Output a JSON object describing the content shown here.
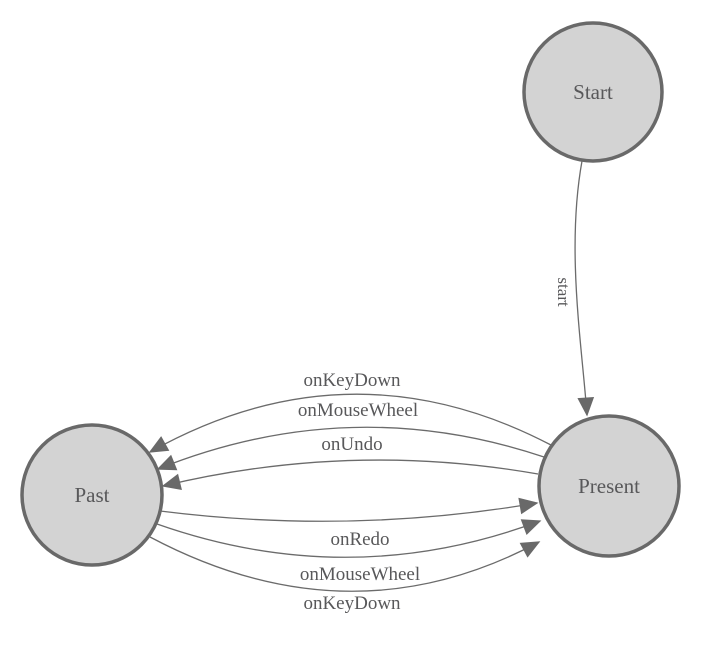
{
  "diagram": {
    "kind": "state-machine",
    "background_color": "#ffffff",
    "node_fill_color": "#d3d3d3",
    "node_border_color": "#696969",
    "edge_color": "#6b6b6b",
    "label_color": "#58585a",
    "nodes": [
      {
        "id": "start",
        "label": "Start"
      },
      {
        "id": "present",
        "label": "Present"
      },
      {
        "id": "past",
        "label": "Past"
      }
    ],
    "edges": [
      {
        "from": "start",
        "to": "present",
        "label": "start"
      },
      {
        "from": "present",
        "to": "past",
        "label": "onKeyDown"
      },
      {
        "from": "present",
        "to": "past",
        "label": "onMouseWheel"
      },
      {
        "from": "present",
        "to": "past",
        "label": "onUndo"
      },
      {
        "from": "past",
        "to": "present",
        "label": "onRedo"
      },
      {
        "from": "past",
        "to": "present",
        "label": "onMouseWheel"
      },
      {
        "from": "past",
        "to": "present",
        "label": "onKeyDown"
      }
    ]
  }
}
